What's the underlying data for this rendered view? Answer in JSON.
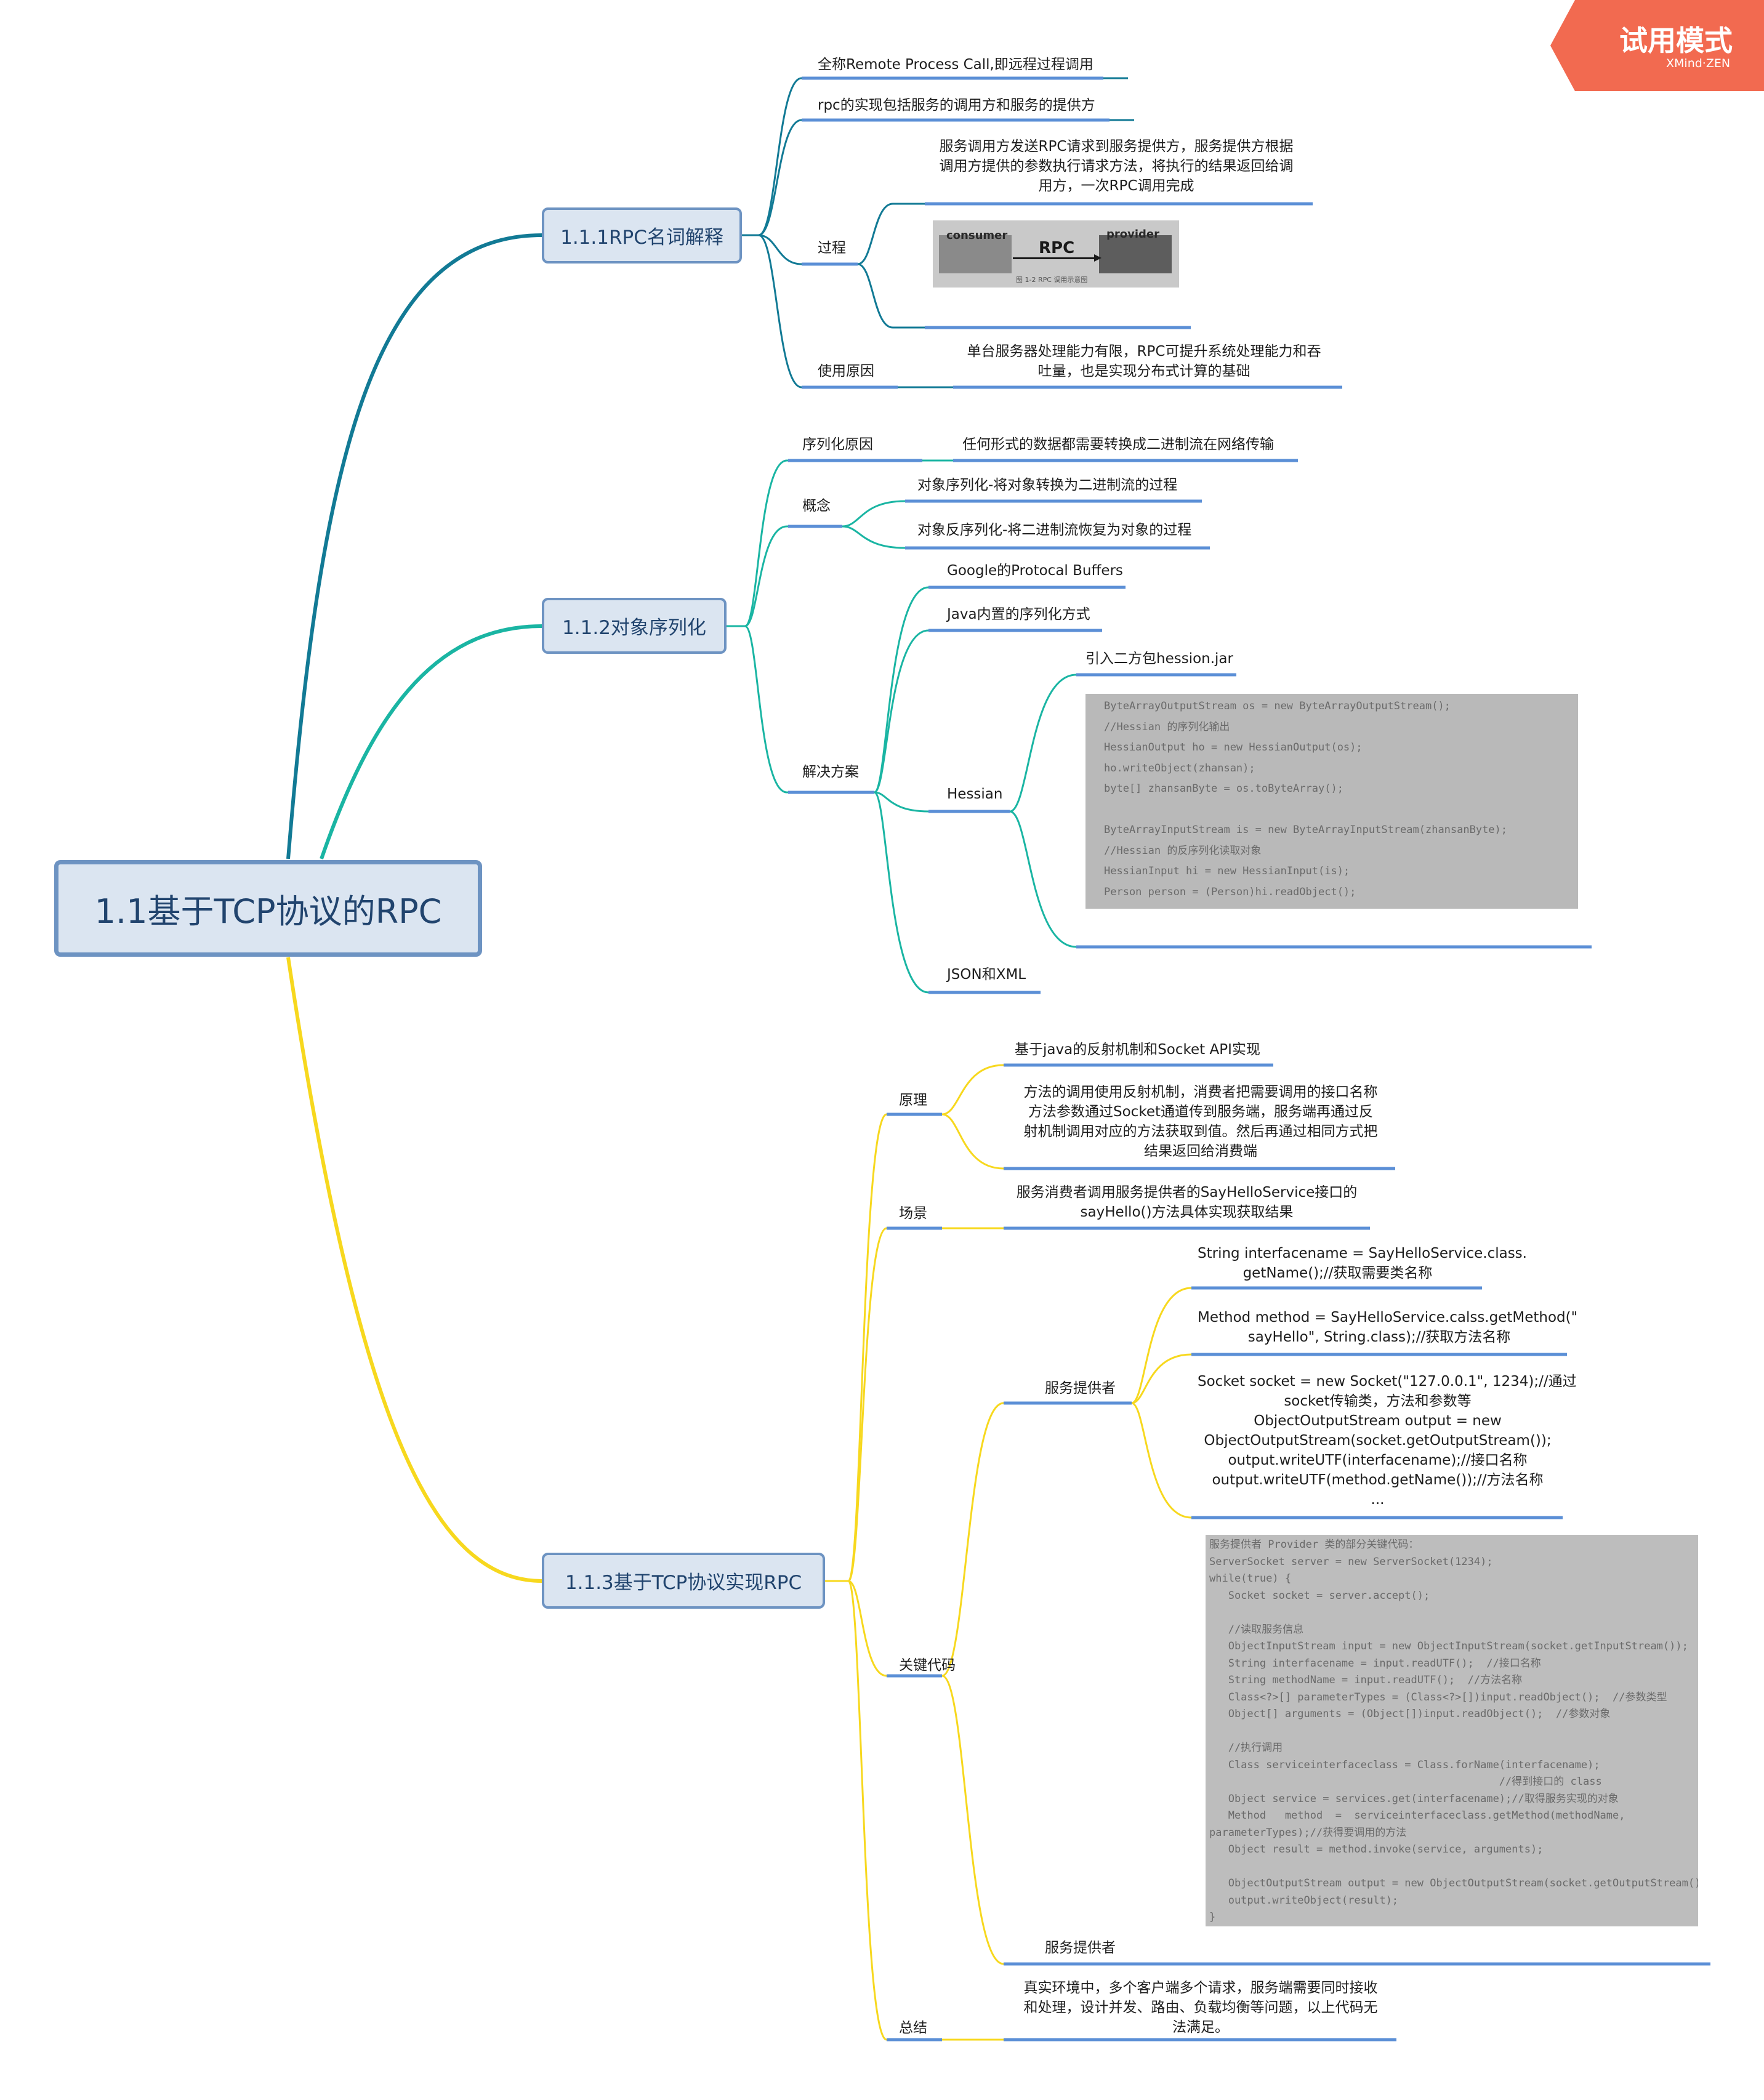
{
  "badge": {
    "title": "试用模式",
    "subtitle": "XMind·ZEN",
    "color": "#f26a50"
  },
  "colors": {
    "branch1": "#127a95",
    "branch2": "#1ab5a3",
    "branch3": "#f7d81e",
    "underline": "#5b8fd6",
    "node_fill": "#dbe5f1",
    "node_border": "#6d93c2"
  },
  "root": "1.1基于TCP协议的RPC",
  "b1": {
    "title": "1.1.1RPC名词解释",
    "fullname": "全称Remote Process Call,即远程过程调用",
    "impl": "rpc的实现包括服务的调用方和服务的提供方",
    "process": "过程",
    "process_desc": "服务调用方发送RPC请求到服务提供方，服务提供方根据\n调用方提供的参数执行请求方法，将执行的结果返回给调\n用方，一次RPC调用完成",
    "fig": {
      "consumer": "consumer",
      "provider": "provider",
      "rpc": "RPC",
      "caption": "图 1-2  RPC 调用示意图"
    },
    "reason": "使用原因",
    "reason_desc": "单台服务器处理能力有限，RPC可提升系统处理能力和吞\n吐量，也是实现分布式计算的基础"
  },
  "b2": {
    "title": "1.1.2对象序列化",
    "ser_reason": "序列化原因",
    "ser_reason_desc": "任何形式的数据都需要转换成二进制流在网络传输",
    "concept": "概念",
    "concept_ser": "对象序列化-将对象转换为二进制流的过程",
    "concept_deser": "对象反序列化-将二进制流恢复为对象的过程",
    "solutions": "解决方案",
    "google": "Google的Protocal Buffers",
    "java": "Java内置的序列化方式",
    "hessian": "Hessian",
    "hessian_jar": "引入二方包hession.jar",
    "json": "JSON和XML",
    "hessian_code": [
      "ByteArrayOutputStream os = new ByteArrayOutputStream();",
      "//Hessian 的序列化输出",
      "HessianOutput ho = new HessianOutput(os);",
      "ho.writeObject(zhansan);",
      "byte[] zhansanByte = os.toByteArray();",
      "",
      "ByteArrayInputStream is = new ByteArrayInputStream(zhansanByte);",
      "//Hessian 的反序列化读取对象",
      "HessianInput hi = new HessianInput(is);",
      "Person person = (Person)hi.readObject();"
    ]
  },
  "b3": {
    "title": "1.1.3基于TCP协议实现RPC",
    "principle": "原理",
    "principle_1": "基于java的反射机制和Socket API实现",
    "principle_2": "方法的调用使用反射机制，消费者把需要调用的接口名称\n方法参数通过Socket通道传到服务端，服务端再通过反\n射机制调用对应的方法获取到值。然后再通过相同方式把\n结果返回给消费端",
    "scene": "场景",
    "scene_desc": "服务消费者调用服务提供者的SayHelloService接口的\nsayHello()方法具体实现获取结果",
    "key_code": "关键代码",
    "provider_top": "服务提供者",
    "code_1": "String interfacename = SayHelloService.class.\ngetName();//获取需要类名称",
    "code_2": "Method method = SayHelloService.calss.getMethod(\"\nsayHello\", String.class);//获取方法名称",
    "code_3": "Socket socket = new Socket(\"127.0.0.1\", 1234);//通过\nsocket传输类，方法和参数等\nObjectOutputStream output = new\nObjectOutputStream(socket.getOutputStream());\noutput.writeUTF(interfacename);//接口名称\noutput.writeUTF(method.getName());//方法名称\n...",
    "provider_bottom": "服务提供者",
    "summary": "总结",
    "summary_desc": "真实环境中，多个客户端多个请求，服务端需要同时接收\n和处理，设计并发、路由、负载均衡等问题，以上代码无\n法满足。",
    "provider_code": [
      "服务提供者 Provider 类的部分关键代码：",
      "ServerSocket server = new ServerSocket(1234);",
      "while(true) {",
      "   Socket socket = server.accept();",
      "",
      "   //读取服务信息",
      "   ObjectInputStream input = new ObjectInputStream(socket.getInputStream());",
      "   String interfacename = input.readUTF();  //接口名称",
      "   String methodName = input.readUTF();  //方法名称",
      "   Class<?>[] parameterTypes = (Class<?>[])input.readObject();  //参数类型",
      "   Object[] arguments = (Object[])input.readObject();  //参数对象",
      "",
      "   //执行调用",
      "   Class serviceinterfaceclass = Class.forName(interfacename);",
      "                                              //得到接口的 class",
      "   Object service = services.get(interfacename);//取得服务实现的对象",
      "   Method   method  =  serviceinterfaceclass.getMethod(methodName,",
      "parameterTypes);//获得要调用的方法",
      "   Object result = method.invoke(service, arguments);",
      "",
      "   ObjectOutputStream output = new ObjectOutputStream(socket.getOutputStream());",
      "   output.writeObject(result);",
      "}"
    ]
  }
}
